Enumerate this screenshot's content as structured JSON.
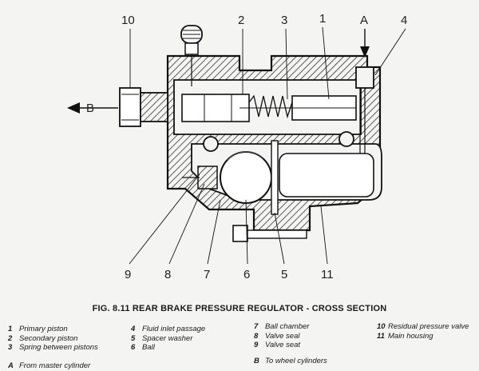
{
  "callouts": {
    "top": [
      "10",
      "2",
      "3",
      "1",
      "A",
      "4"
    ],
    "bottom": [
      "9",
      "8",
      "7",
      "6",
      "5",
      "11"
    ],
    "side": "B"
  },
  "caption": "FIG. 8.11 REAR BRAKE PRESSURE REGULATOR - CROSS SECTION",
  "legend": {
    "col1": [
      {
        "key": "1",
        "label": "Primary piston"
      },
      {
        "key": "2",
        "label": "Secondary piston"
      },
      {
        "key": "3",
        "label": "Spring between pistons"
      },
      {
        "key": "A",
        "label": "From master cylinder"
      }
    ],
    "col2": [
      {
        "key": "4",
        "label": "Fluid inlet passage"
      },
      {
        "key": "5",
        "label": "Spacer washer"
      },
      {
        "key": "6",
        "label": "Ball"
      }
    ],
    "col3": [
      {
        "key": "7",
        "label": "Ball chamber"
      },
      {
        "key": "8",
        "label": "Valve seal"
      },
      {
        "key": "9",
        "label": "Valve seat"
      },
      {
        "key": "B",
        "label": "To wheel cylinders"
      }
    ],
    "col4": [
      {
        "key": "10",
        "label": "Residual pressure valve"
      },
      {
        "key": "11",
        "label": "Main housing"
      }
    ]
  }
}
